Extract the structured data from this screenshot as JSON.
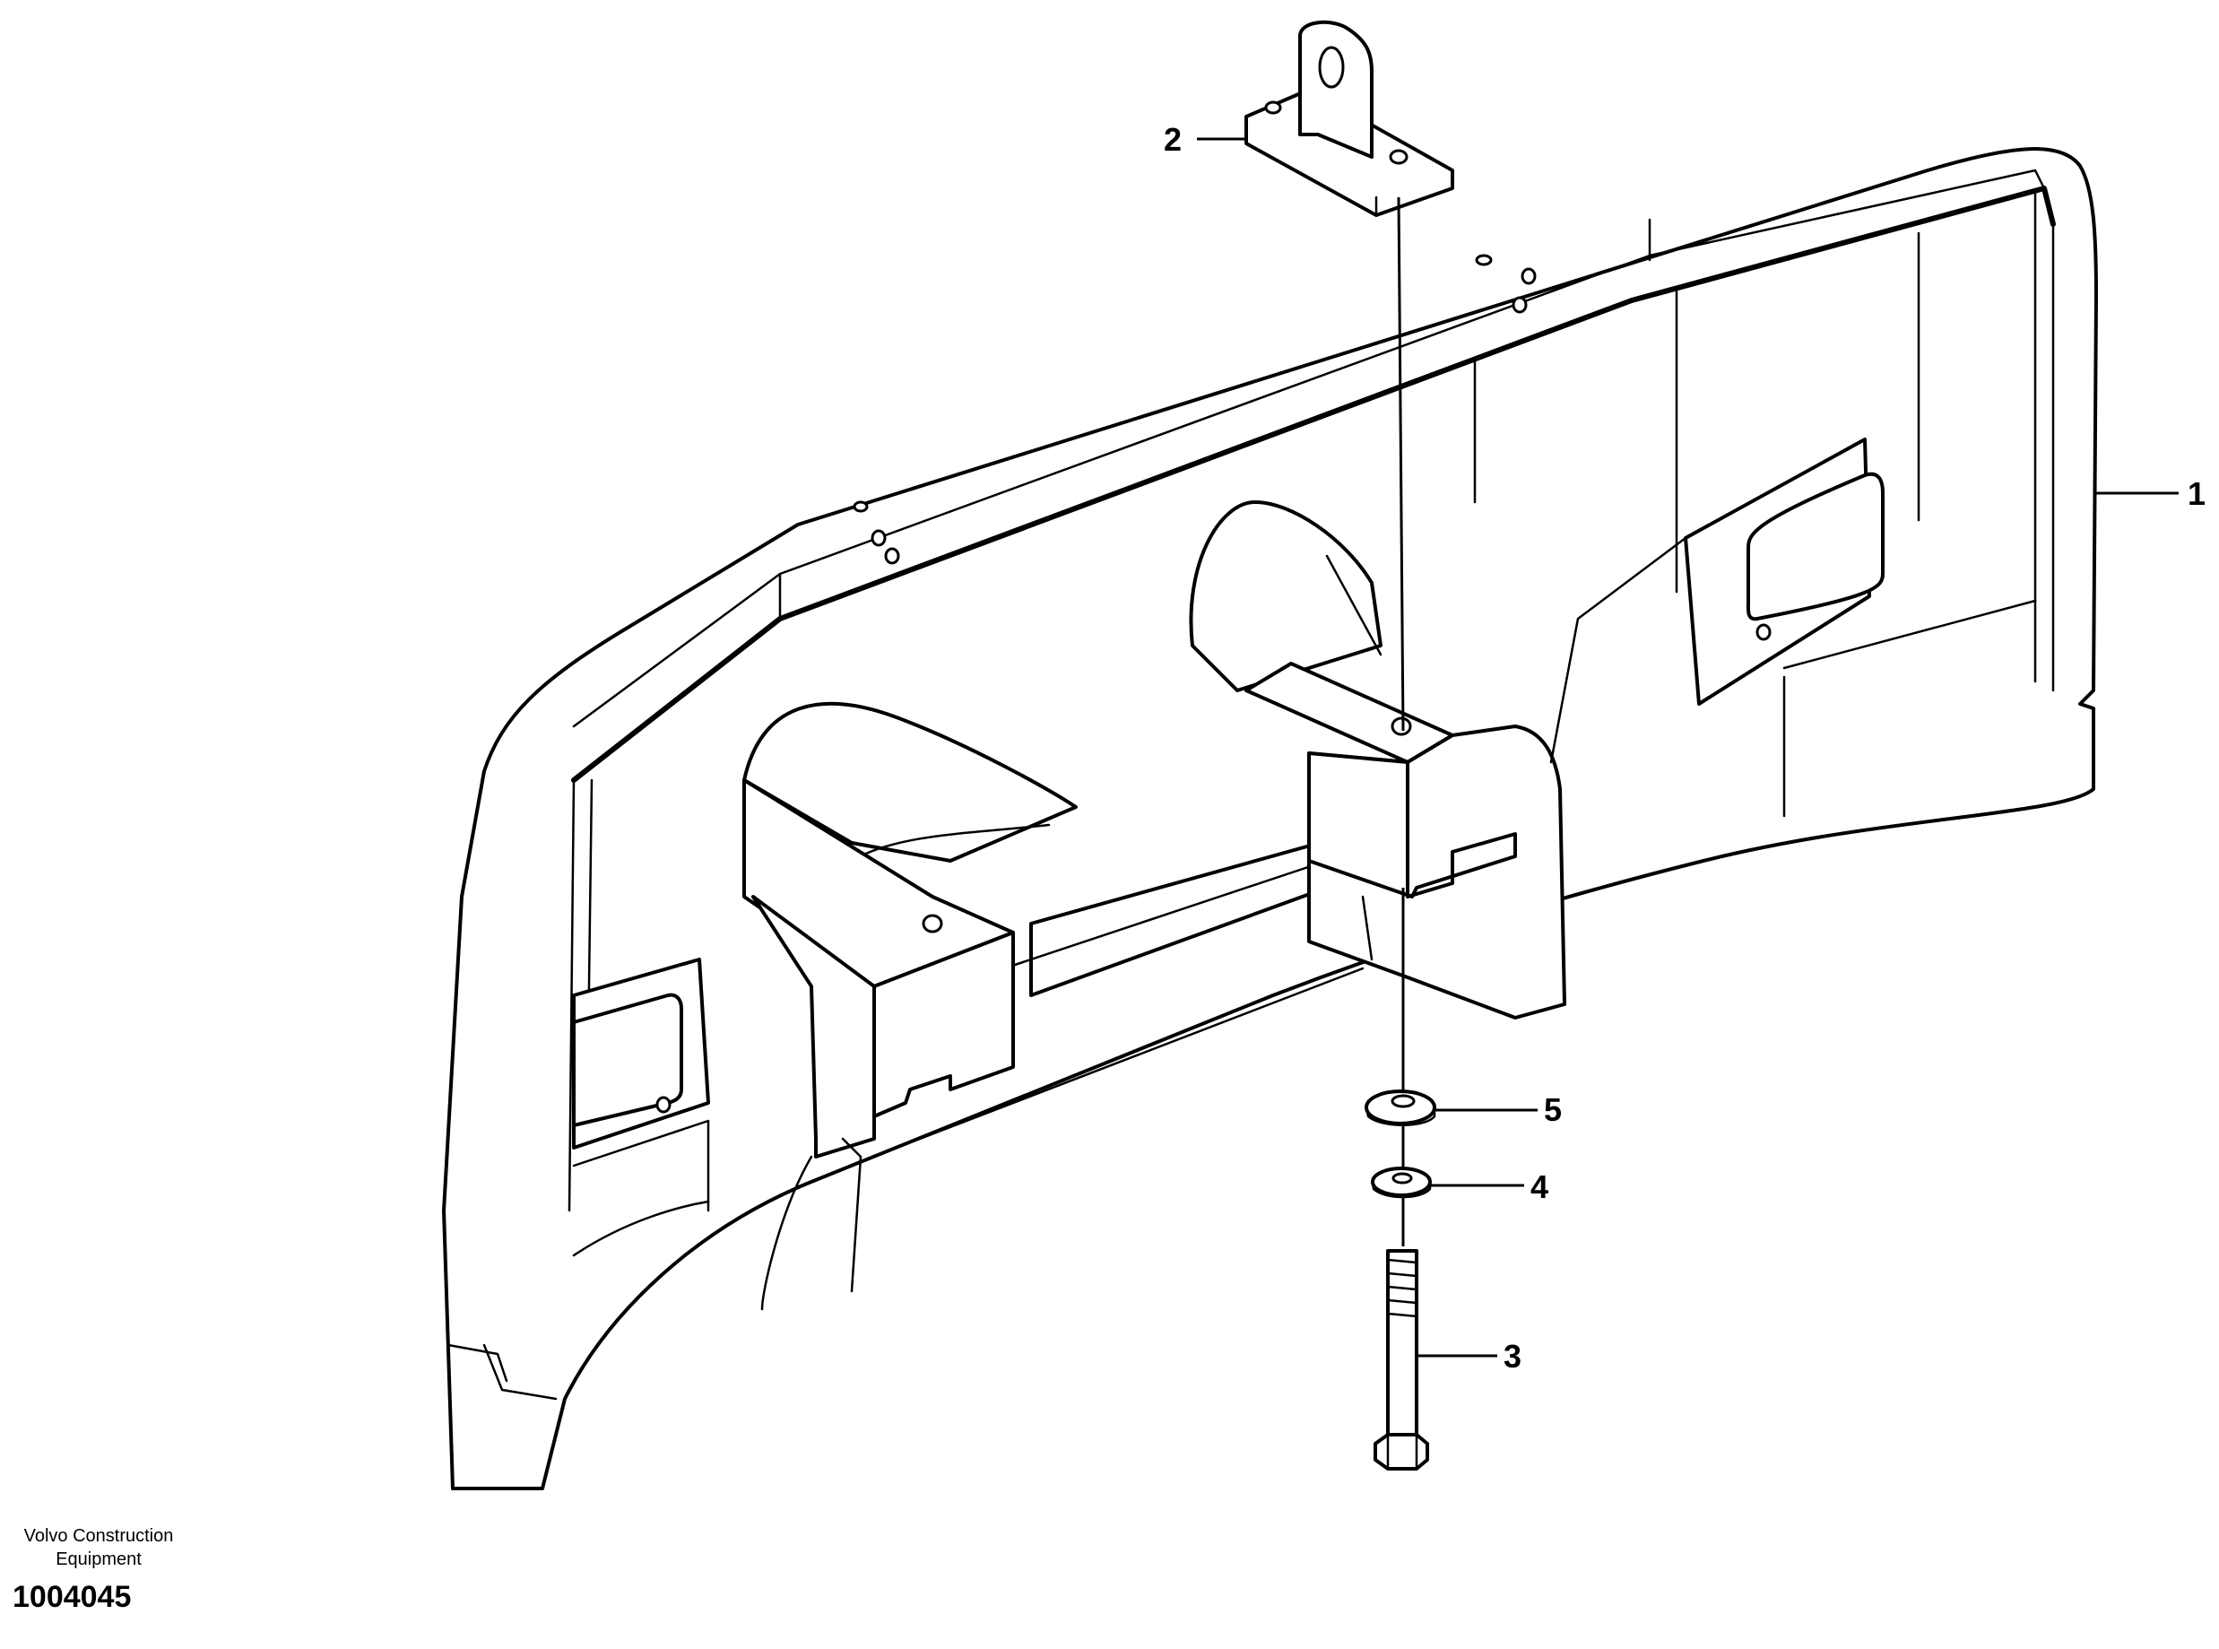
{
  "callouts": {
    "part1": "1",
    "part2": "2",
    "part3": "3",
    "part4": "4",
    "part5": "5"
  },
  "footer": {
    "company_line1": "Volvo Construction",
    "company_line2": "Equipment",
    "drawing_number": "1004045"
  }
}
